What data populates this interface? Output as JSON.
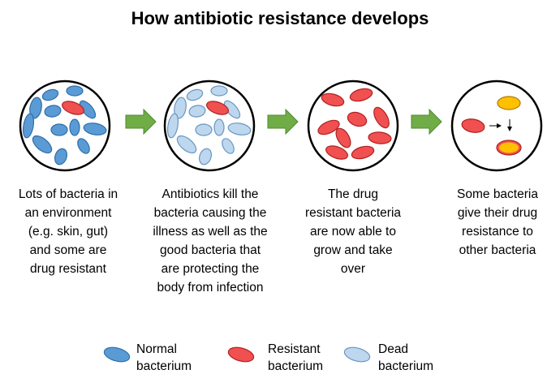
{
  "title": "How antibiotic resistance develops",
  "colors": {
    "normal": "#5B9BD5",
    "normal_stroke": "#2E6FA8",
    "resistant": "#F05050",
    "resistant_stroke": "#B02020",
    "dead": "#BDD7EE",
    "dead_stroke": "#6A96C0",
    "gold": "#FFC000",
    "gold_stroke": "#B07A00",
    "arrow": "#70AD47",
    "arrow_stroke": "#4E8A2E"
  },
  "stages": [
    {
      "caption": [
        "Lots of bacteria in",
        "an environment",
        "(e.g. skin, gut)",
        "and some are",
        "drug resistant"
      ]
    },
    {
      "caption": [
        "Antibiotics kill the",
        "bacteria causing the",
        "illness as well as the",
        "good bacteria that",
        "are protecting the",
        "body from infection"
      ]
    },
    {
      "caption": [
        "The drug",
        "resistant bacteria",
        "are now able to",
        "grow and take",
        "over"
      ]
    },
    {
      "caption": [
        "Some bacteria",
        "give their drug",
        "resistance to",
        "other bacteria"
      ]
    }
  ],
  "legend": [
    {
      "type": "normal",
      "lines": [
        "Normal",
        "bacterium"
      ]
    },
    {
      "type": "resistant",
      "lines": [
        "Resistant",
        "bacterium"
      ]
    },
    {
      "type": "dead",
      "lines": [
        "Dead",
        "bacterium"
      ]
    }
  ]
}
